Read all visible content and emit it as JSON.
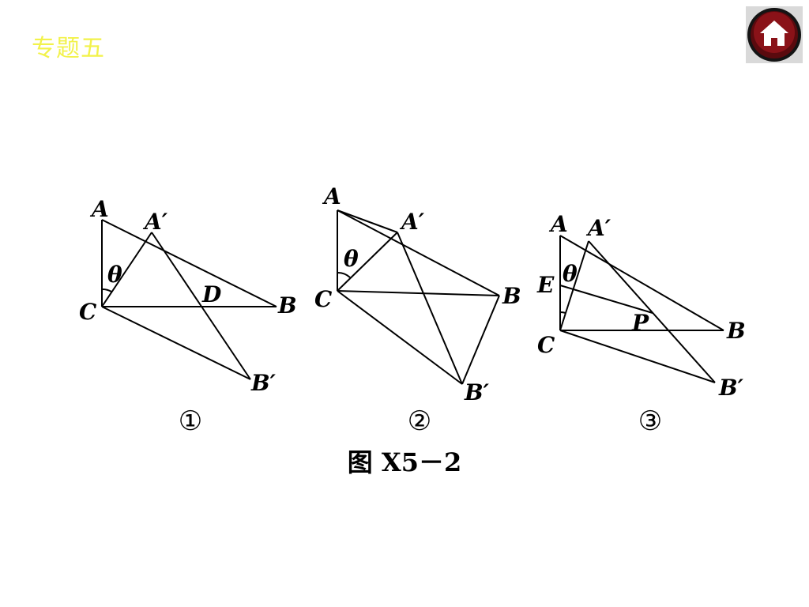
{
  "header": {
    "topic": "专题五",
    "home_icon": "home-icon"
  },
  "figures": [
    {
      "number": "①",
      "labels": {
        "A": "A",
        "A_prime": "A′",
        "B": "B",
        "B_prime": "B′",
        "C": "C",
        "D": "D",
        "theta": "θ"
      }
    },
    {
      "number": "②",
      "labels": {
        "A": "A",
        "A_prime": "A′",
        "B": "B",
        "B_prime": "B′",
        "C": "C",
        "theta": "θ"
      }
    },
    {
      "number": "③",
      "labels": {
        "A": "A",
        "A_prime": "A′",
        "B": "B",
        "B_prime": "B′",
        "C": "C",
        "E": "E",
        "P": "P",
        "theta": "θ"
      }
    }
  ],
  "caption": "图 X5－2",
  "colors": {
    "topic_text": "#f2f24a",
    "home_outer": "#1a1a1a",
    "home_inner": "#7a0d12",
    "home_house": "#ffffff",
    "line": "#000000"
  }
}
